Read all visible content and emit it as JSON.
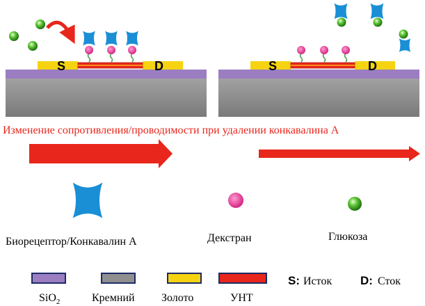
{
  "caption": "Изменение сопротивления/проводимости при удалении конкавалина А",
  "device_labels": {
    "source": "S",
    "drain": "D"
  },
  "symbols": {
    "receptor": "Биорецептор/Конкавалин А",
    "dextran": "Декстран",
    "glucose": "Глюкоза"
  },
  "materials": {
    "sio2_base": "SiO",
    "sio2_sub": "2",
    "silicon": "Кремний",
    "gold": "Золото",
    "cnt": "УНТ"
  },
  "terminals": {
    "s_key": "S:",
    "s_text": "Исток",
    "d_key": "D:",
    "d_text": "Сток"
  },
  "colors": {
    "receptor": "#1a8fd6",
    "dextran": "#e1338f",
    "glucose": "#3a9b22",
    "sio2": "#9b7ec2",
    "silicon": "#8f8f8f",
    "gold": "#f5d311",
    "cnt": "#e8261c",
    "arrow": "#e8261c"
  }
}
